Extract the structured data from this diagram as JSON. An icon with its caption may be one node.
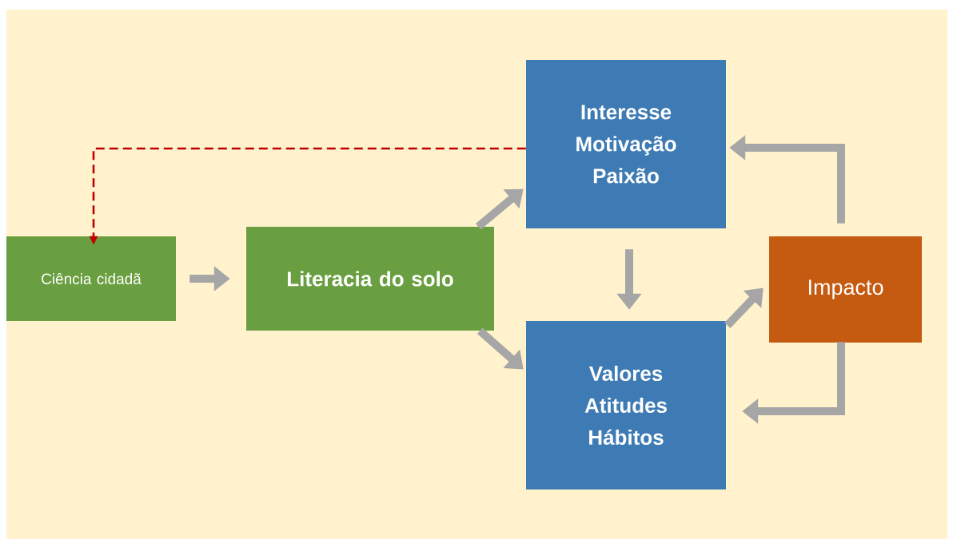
{
  "diagram": {
    "nodes": [
      {
        "text": [
          "Ciência  cidadã"
        ]
      },
      {
        "text": [
          "Literacia do solo"
        ]
      },
      {
        "text": [
          "Interesse Motivação Paixão"
        ]
      },
      {
        "text": [
          "Valores Atitudes Hábitos"
        ]
      },
      {
        "text": [
          "Impacto"
        ]
      }
    ],
    "edges": [
      {
        "from": 0,
        "to": 1,
        "arrow": "to"
      },
      {
        "from": 1,
        "to": 2,
        "arrow": "to"
      },
      {
        "from": 1,
        "to": 3,
        "arrow": "to"
      },
      {
        "from": 2,
        "to": 3,
        "arrow": "to"
      },
      {
        "from": 3,
        "to": 4,
        "arrow": "to"
      },
      {
        "from": 4,
        "to": 2,
        "arrow": "to"
      },
      {
        "from": 4,
        "to": 3,
        "arrow": "to"
      },
      {
        "from": 2,
        "to": 0,
        "arrow": "to",
        "style": "dashed",
        "color": "#c00000"
      }
    ]
  }
}
